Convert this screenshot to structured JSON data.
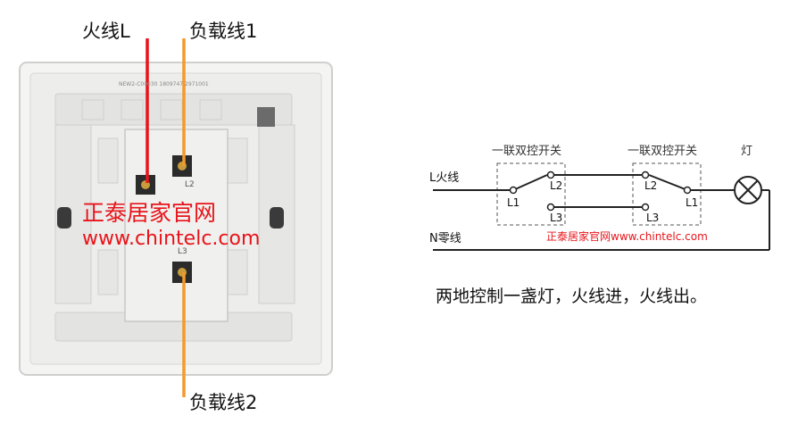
{
  "photo": {
    "label_live": "火线L",
    "label_load1": "负载线1",
    "label_load2": "负载线2",
    "terminal_l2": "L2",
    "terminal_l3": "L3",
    "model_text": "NEW2-C00030  1809747  2971001",
    "watermark_line1": "正泰居家官网",
    "watermark_line2": "www.chintelc.com",
    "colors": {
      "live_wire": "#e8141b",
      "load_wire": "#f39a2b",
      "panel": "#f4f4f2"
    }
  },
  "diagram": {
    "switch1_title": "一联双控开关",
    "switch2_title": "一联双控开关",
    "lamp_title": "灯",
    "live_label": "L火线",
    "neutral_label": "N零线",
    "s1_l1": "L1",
    "s1_l2": "L2",
    "s1_l3": "L3",
    "s2_l1": "L1",
    "s2_l2": "L2",
    "s2_l3": "L3",
    "watermark": "正泰居家官网www.chintelc.com"
  },
  "caption": "两地控制一盏灯，火线进，火线出。"
}
